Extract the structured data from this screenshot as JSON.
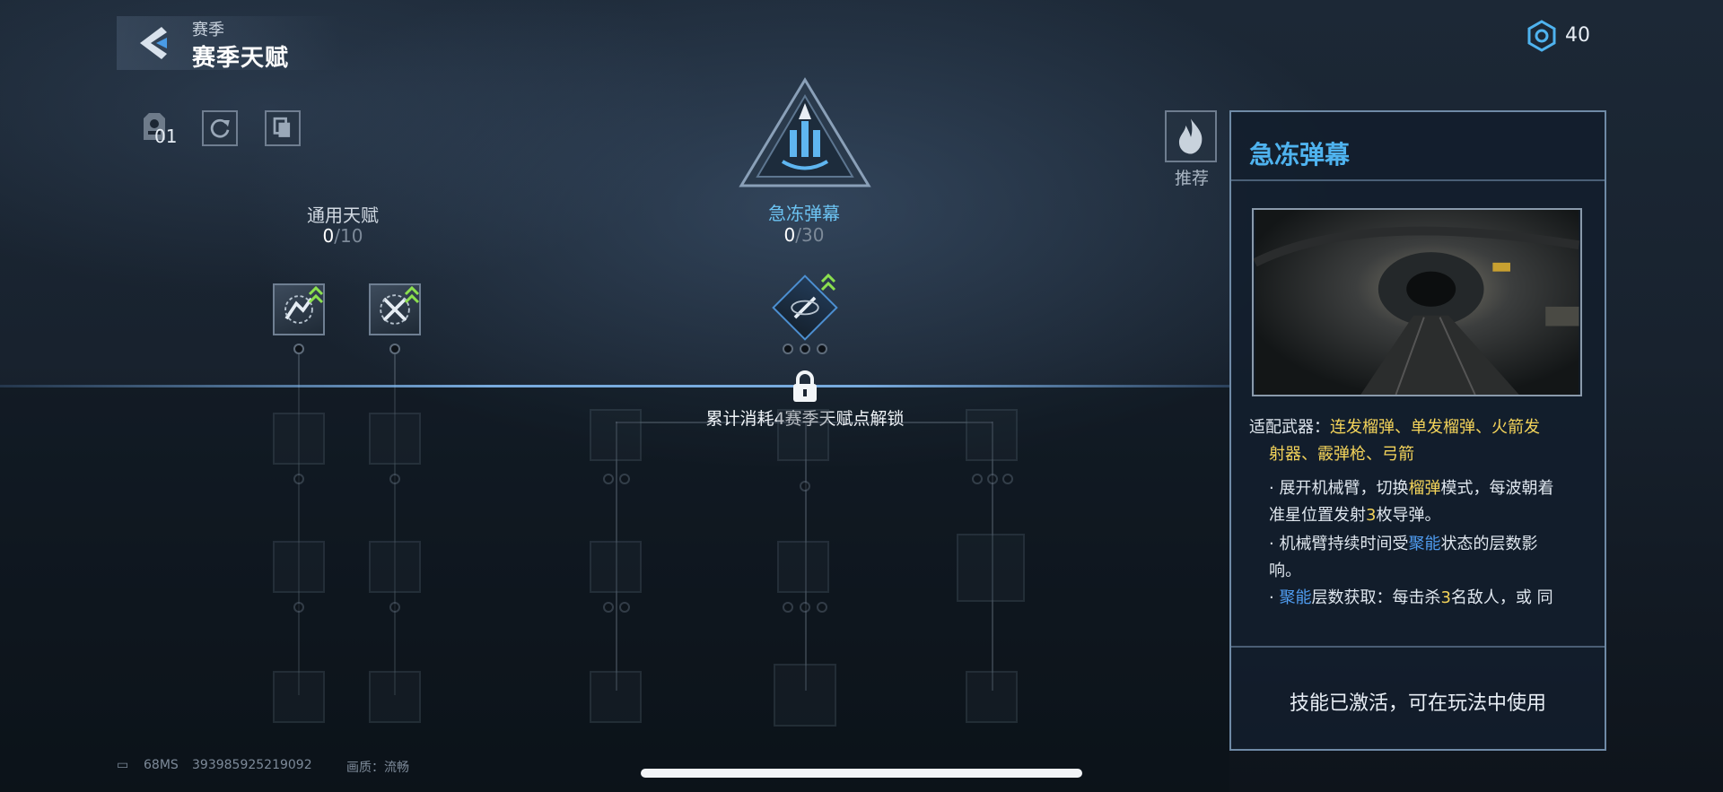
{
  "header": {
    "subtitle": "赛季",
    "title": "赛季天赋",
    "currency_icon": "hex-token-icon",
    "currency_value": "40"
  },
  "toolbar": {
    "preset_count": "01"
  },
  "trees": {
    "general": {
      "title": "通用天赋",
      "current": "0",
      "total": "/10"
    },
    "skill": {
      "title": "急冻弹幕",
      "current": "0",
      "total": "/30"
    }
  },
  "lock": {
    "text": "累计消耗4赛季天赋点解锁"
  },
  "recommend": {
    "label": "推荐"
  },
  "panel": {
    "title": "急冻弹幕",
    "weapons_label": "适配武器：",
    "weapons_line1": "连发榴弹、单发榴弹、火箭发",
    "weapons_line2": "射器、霰弹枪、弓箭",
    "desc1_a": "· 展开机械臂，切换",
    "desc1_b": "榴弹",
    "desc1_c": "模式，每波朝着",
    "desc1_d": "准星位置发射",
    "desc1_e": "3",
    "desc1_f": "枚导弹。",
    "desc2_a": "· 机械臂持续时间受",
    "desc2_b": "聚能",
    "desc2_c": "状态的层数影",
    "desc2_d": "响。",
    "desc3_a": "· ",
    "desc3_b": "聚能",
    "desc3_c": "层数获取：每击杀",
    "desc3_d": "3",
    "desc3_e": "名敌人，或 同",
    "status": "技能已激活，可在玩法中使用"
  },
  "footer": {
    "ping": "68MS",
    "uid": "393985925219092",
    "quality_label": "画质：",
    "quality_value": "流畅"
  },
  "colors": {
    "accent_blue": "#4fb3ef",
    "highlight_yellow": "#f3d35a",
    "keyword_blue": "#4f9cf0",
    "upgrade_green": "#8be04e"
  }
}
